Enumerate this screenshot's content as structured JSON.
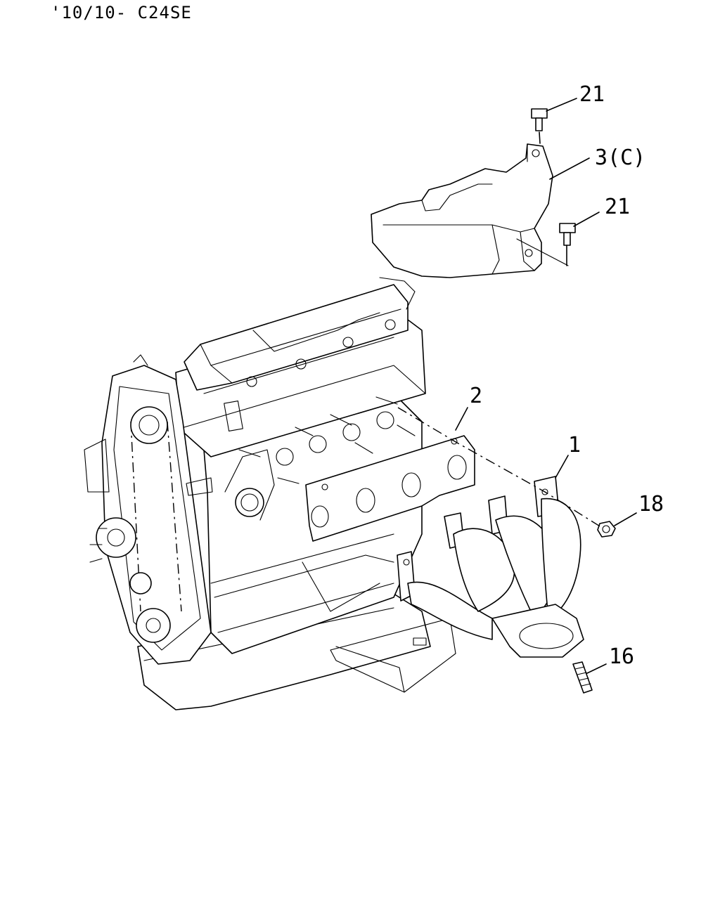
{
  "header": {
    "code": "'10/10- C24SE"
  },
  "callouts": [
    {
      "id": "c21a",
      "label": "21"
    },
    {
      "id": "c3",
      "label": "3(C)"
    },
    {
      "id": "c21b",
      "label": "21"
    },
    {
      "id": "c2",
      "label": "2"
    },
    {
      "id": "c1",
      "label": "1"
    },
    {
      "id": "c18",
      "label": "18"
    },
    {
      "id": "c16",
      "label": "16"
    }
  ]
}
